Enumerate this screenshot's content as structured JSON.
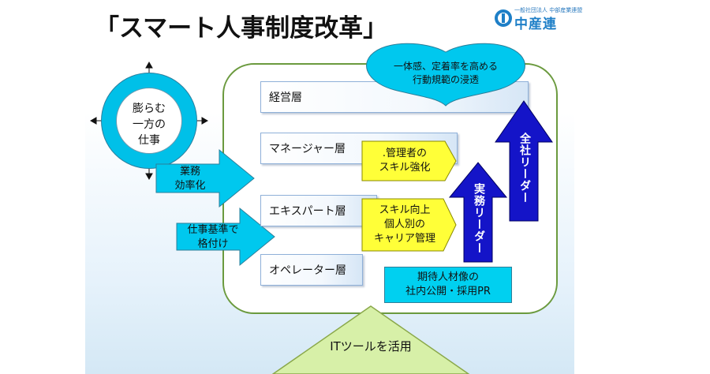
{
  "title": "「スマート人事制度改革」",
  "logo": {
    "small_text": "一般社団法人 中部産業連盟",
    "name": "中産連"
  },
  "circle": {
    "line1": "膨らむ",
    "line2": "一方の",
    "line3": "仕事"
  },
  "left_arrows": [
    {
      "line1": "業務",
      "line2": "効率化"
    },
    {
      "line1": "仕事基準で",
      "line2": "格付け"
    }
  ],
  "layers": [
    "経営層",
    "マネージャー層",
    "エキスパート層",
    "オペレーター層"
  ],
  "yellow_boxes": [
    {
      "line1": ".管理者の",
      "line2": "スキル強化"
    },
    {
      "line1": "スキル向上",
      "line2": "個人別の",
      "line3": "キャリア管理"
    }
  ],
  "up_arrows": {
    "practical": "実務リーダー",
    "company": "全社リーダー"
  },
  "heart": {
    "line1": "一体感、定着率を高める",
    "line2": "行動規範の浸透"
  },
  "pr_box": {
    "line1": "期待人材像の",
    "line2": "社内公開・採用PR"
  },
  "base": {
    "label": "ITツールを活用"
  },
  "colors": {
    "cyan": "#00c8ee",
    "blue": "#1010c8",
    "yellow": "#ffff38",
    "green_border": "#6b9a3e"
  }
}
